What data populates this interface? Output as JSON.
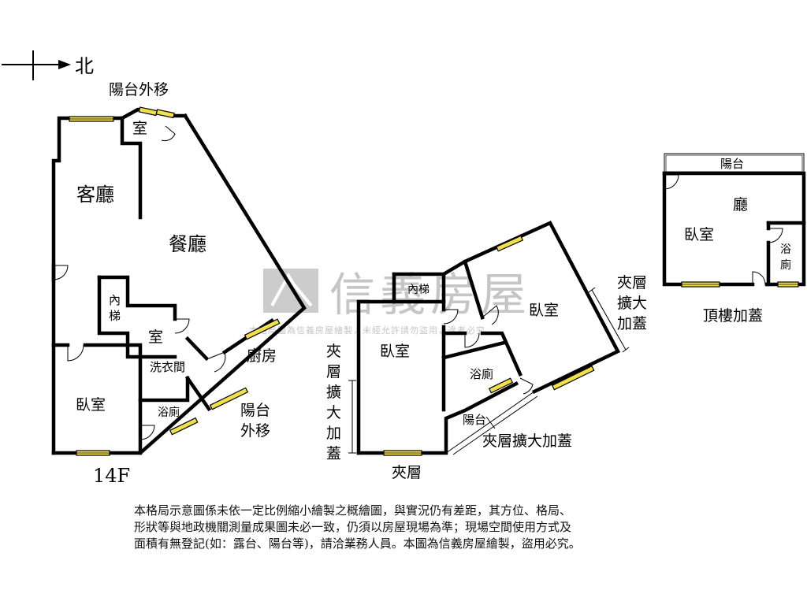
{
  "compass": {
    "north_label": "北"
  },
  "watermark": {
    "brand": "信義房屋",
    "notice": "本格局圖為信義房屋繪製，未經允許請勿盜用，違者必究"
  },
  "floor_14f": {
    "caption": "14F",
    "balcony_move_top": "陽台外移",
    "small_room_top": "室",
    "living_room": "客廳",
    "dining_room": "餐廳",
    "inner_stair": "內梯",
    "room": "室",
    "laundry": "洗衣間",
    "kitchen": "廚房",
    "bedroom": "臥室",
    "bathroom": "浴廁",
    "balcony_move_side": "陽台外移"
  },
  "mezzanine": {
    "caption": "夾層",
    "inner_stair": "內梯",
    "bedroom_left": "臥室",
    "bedroom_right": "臥室",
    "bathroom": "浴廁",
    "balcony": "陽台",
    "extension_vertical_left": "夾層擴大加蓋",
    "extension_vertical_right": "夾層擴大加蓋",
    "extension_bottom": "夾層擴大加蓋"
  },
  "rooftop": {
    "caption": "頂樓加蓋",
    "balcony": "陽台",
    "hall": "廳",
    "bedroom": "臥室",
    "bathroom": "浴廁"
  },
  "disclaimer": [
    "本格局示意圖係未依一定比例縮小繪製之概繪圖，與實況仍有差距，其方位、格局、",
    "形狀等與地政機關測量成果圖未必一致，仍須以房屋現場為準；現場空間使用方式及",
    "面積有無登記(如：露台、陽台等)，請洽業務人員。本圖為信義房屋繪製，盜用必究。"
  ]
}
